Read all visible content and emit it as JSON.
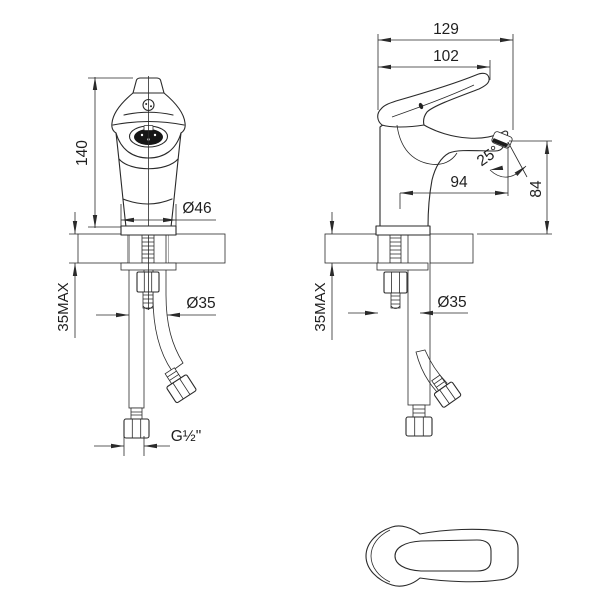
{
  "front_view": {
    "height_label": "140",
    "base_diameter_label": "Ø46",
    "countertop_max_label": "35MAX",
    "hole_diameter_label": "Ø35",
    "thread_label": "G½\""
  },
  "side_view": {
    "depth_label": "129",
    "lever_length_label": "102",
    "spout_reach_label": "94",
    "spout_angle_label": "25°",
    "spout_height_label": "84",
    "countertop_max_label": "35MAX",
    "hole_diameter_label": "Ø35"
  },
  "colors": {
    "line": "#2a2a2a",
    "background": "#ffffff",
    "aerator_fill": "#161616"
  }
}
